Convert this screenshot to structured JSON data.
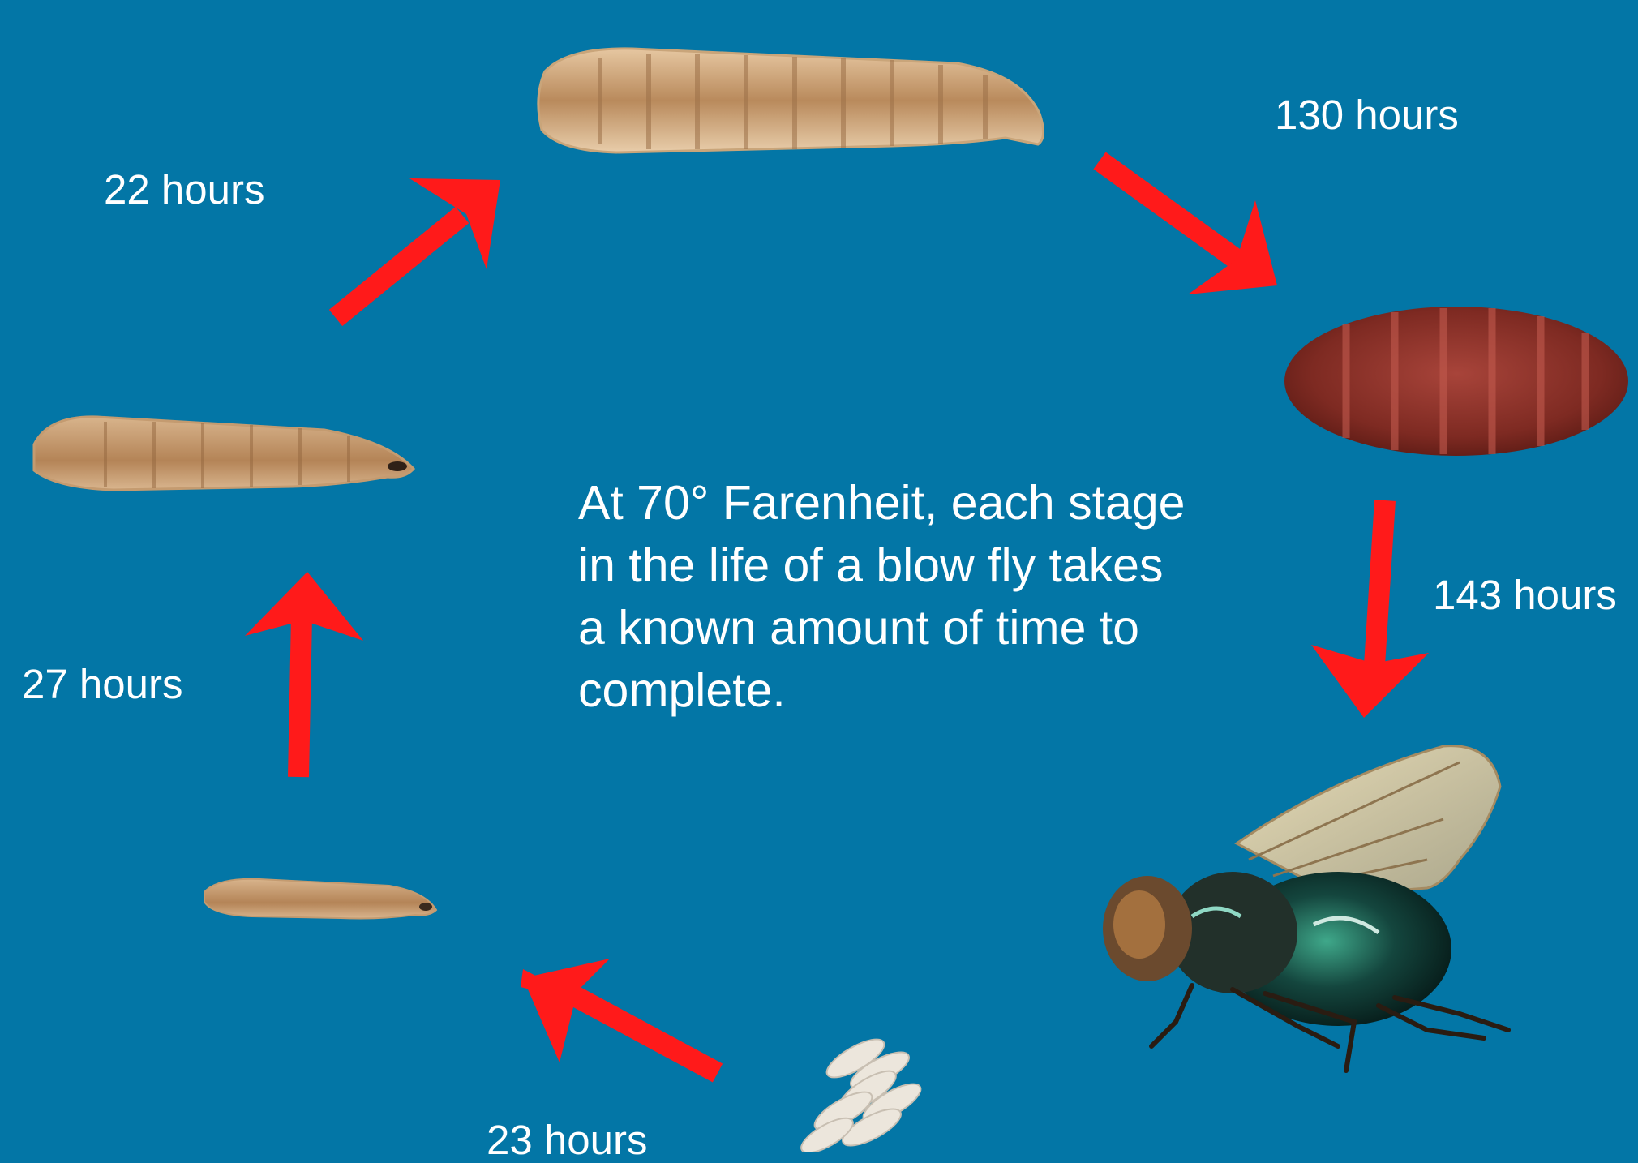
{
  "caption": "At 70° Farenheit, each stage in the life of a blow fly takes a known amount of time to complete.",
  "durations": {
    "eggs_to_first_instar": "23 hours",
    "first_to_second_instar": "27 hours",
    "second_to_third_instar": "22 hours",
    "third_instar_to_pupa": "130 hours",
    "pupa_to_adult": "143 hours"
  },
  "colors": {
    "background": "#0376a6",
    "arrow": "#ff1a1a",
    "text": "#ffffff"
  }
}
